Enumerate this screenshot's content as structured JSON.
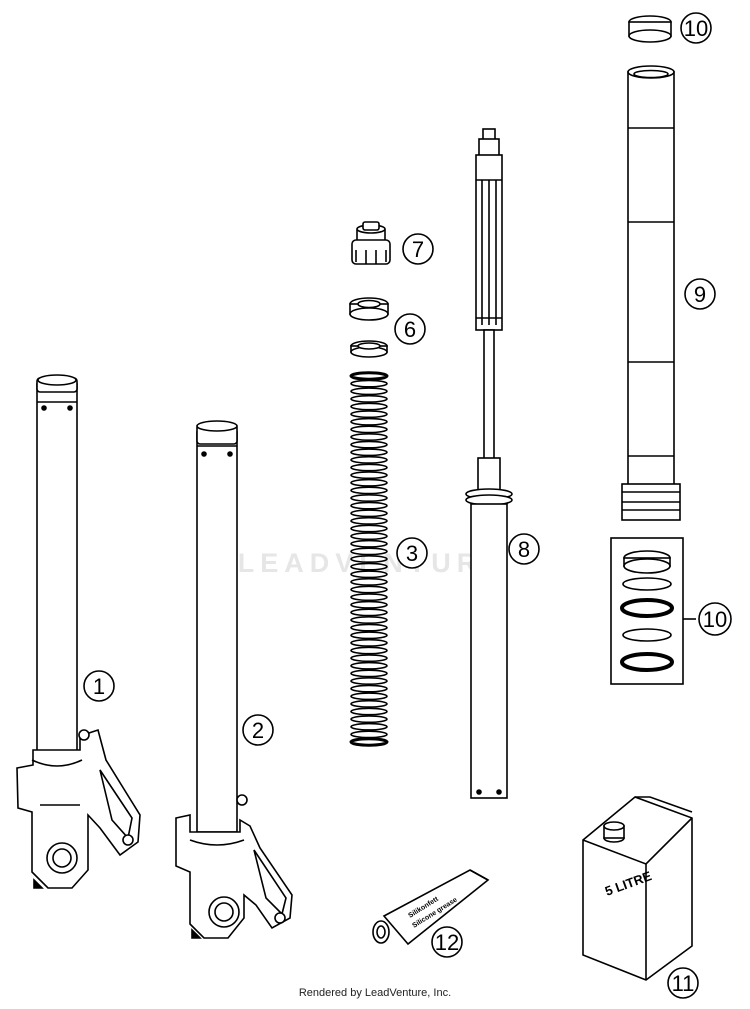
{
  "callouts": {
    "c1": "1",
    "c2": "2",
    "c3": "3",
    "c6": "6",
    "c7": "7",
    "c8": "8",
    "c9": "9",
    "c10a": "10",
    "c10b": "10",
    "c11": "11",
    "c12": "12"
  },
  "watermark": "LEADVENTURE",
  "canister_label": "5 LITRE",
  "tube_label": {
    "line1": "Silikonfett",
    "line2": "Silicone grease"
  },
  "footer": "Rendered by LeadVenture, Inc."
}
